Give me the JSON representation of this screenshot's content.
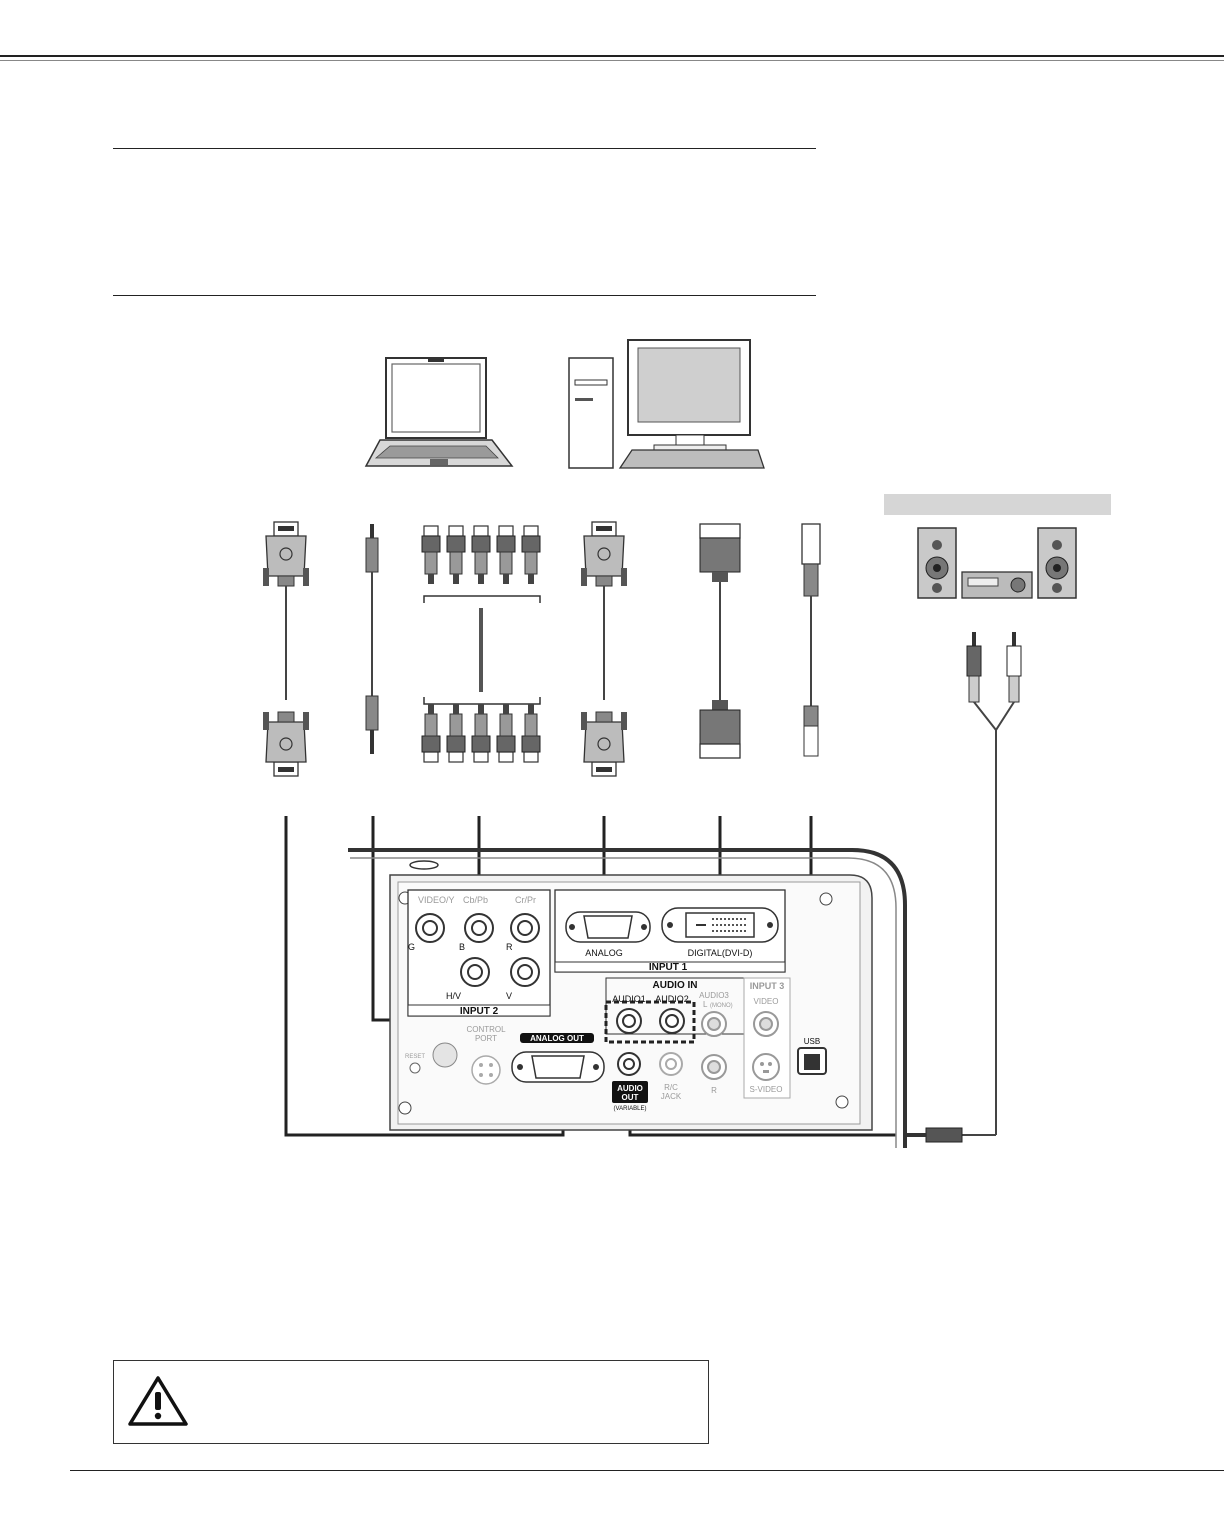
{
  "ports": {
    "input2_header_video": "VIDEO/Y",
    "input2_header_cb": "Cb/Pb",
    "input2_header_cr": "Cr/Pr",
    "bnc_g": "G",
    "bnc_b": "B",
    "bnc_r": "R",
    "bnc_hv": "H/V",
    "bnc_v": "V",
    "input2_label": "INPUT 2",
    "analog": "ANALOG",
    "digital": "DIGITAL(DVI-D)",
    "input1_label": "INPUT 1",
    "audio_in": "AUDIO IN",
    "audio1": "AUDIO1",
    "audio2": "AUDIO2",
    "audio3": "AUDIO3",
    "audio3_l": "L",
    "audio3_mono": "(MONO)",
    "audio3_r": "R",
    "input3_label": "INPUT 3",
    "video": "VIDEO",
    "s_video": "S-VIDEO",
    "control_port_1": "CONTROL",
    "control_port_2": "PORT",
    "reset": "RESET",
    "analog_out": "ANALOG OUT",
    "audio_out_1": "AUDIO",
    "audio_out_2": "OUT",
    "variable": "(VARIABLE)",
    "rc_jack_1": "R/C",
    "rc_jack_2": "JACK",
    "usb": "USB"
  },
  "icons": [
    "laptop-icon",
    "desktop-computer-icon",
    "audio-system-icon",
    "caution-icon",
    "vga-connector-icon",
    "mini-jack-icon",
    "bnc-connector-icon",
    "dvi-connector-icon",
    "usb-connector-icon",
    "rca-connector-icon"
  ]
}
